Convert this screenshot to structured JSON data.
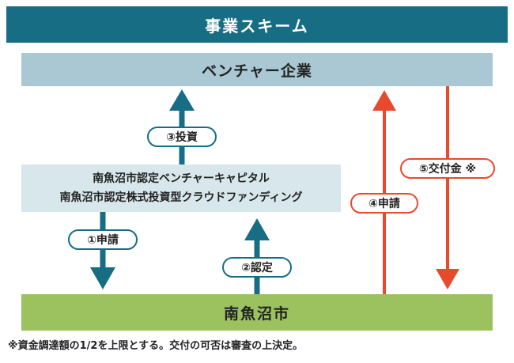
{
  "header": {
    "title": "事業スキーム"
  },
  "venture": {
    "label": "ベンチャー企業"
  },
  "certified": {
    "line1": "南魚沼市認定ベンチャーキャピタル",
    "line2": "南魚沼市認定株式投資型クラウドファンディング"
  },
  "city": {
    "label": "南魚沼市"
  },
  "flows": {
    "invest": "③投資",
    "apply1": "①申請",
    "certify": "②認定",
    "apply4": "④申請",
    "grant": "⑤交付金 ※"
  },
  "note": {
    "text": "※資金調達額の1/2を上限とする。交付の可否は審査の上決定。"
  },
  "colors": {
    "teal": "#176e84",
    "red": "#e84a2e",
    "venture_bg": "#a9c8d3",
    "certified_bg": "#d7e7ec",
    "city_bg": "#9bc25f"
  }
}
